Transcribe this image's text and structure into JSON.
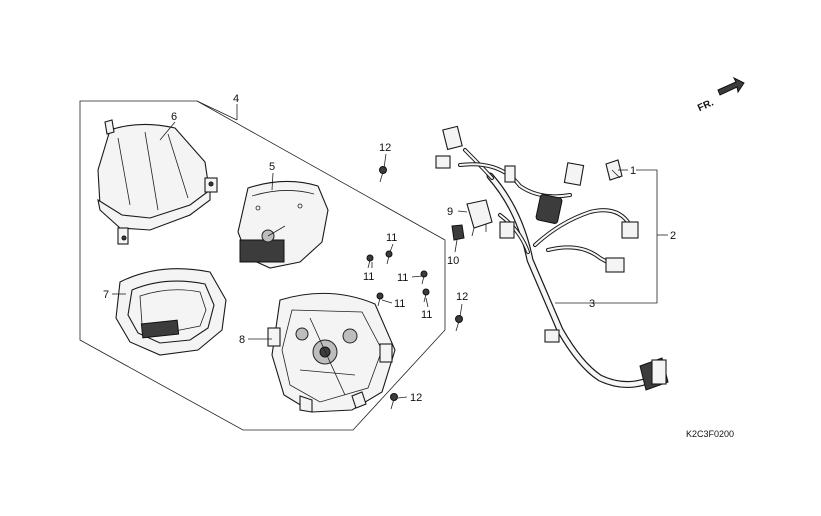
{
  "diagram": {
    "callouts": [
      {
        "id": "c1",
        "text": "1"
      },
      {
        "id": "c2",
        "text": "2"
      },
      {
        "id": "c3",
        "text": "3"
      },
      {
        "id": "c4",
        "text": "4"
      },
      {
        "id": "c5",
        "text": "5"
      },
      {
        "id": "c6",
        "text": "6"
      },
      {
        "id": "c7",
        "text": "7"
      },
      {
        "id": "c8",
        "text": "8"
      },
      {
        "id": "c9",
        "text": "9"
      },
      {
        "id": "c10",
        "text": "10"
      },
      {
        "id": "c11a",
        "text": "11"
      },
      {
        "id": "c11b",
        "text": "11"
      },
      {
        "id": "c11c",
        "text": "11"
      },
      {
        "id": "c11d",
        "text": "11"
      },
      {
        "id": "c12a",
        "text": "12"
      },
      {
        "id": "c12b",
        "text": "12"
      },
      {
        "id": "c12c",
        "text": "12"
      }
    ],
    "direction_label": "FR.",
    "figure_code": "K2C3F0200"
  }
}
